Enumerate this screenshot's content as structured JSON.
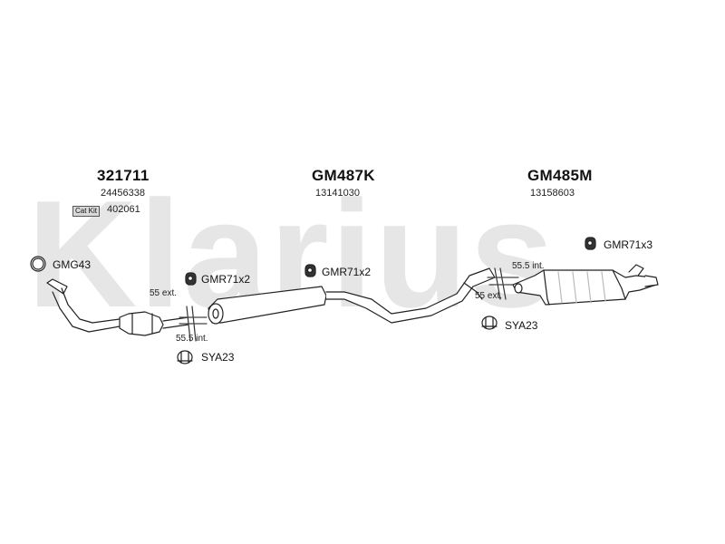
{
  "watermark": "Klarius",
  "sections": [
    {
      "part_number": "321711",
      "oe_number": "24456338"
    },
    {
      "part_number": "GM487K",
      "oe_number": "13141030"
    },
    {
      "part_number": "GM485M",
      "oe_number": "13158603"
    }
  ],
  "cat_kit": {
    "badge": "Cat Kit",
    "number": "402061"
  },
  "fittings": {
    "gasket": "GMG43",
    "mount_1": "GMR71x2",
    "mount_2": "GMR71x2",
    "mount_3": "GMR71x3",
    "clamp_1": "SYA23",
    "clamp_2": "SYA23"
  },
  "joints": {
    "joint1_ext": "55 ext.",
    "joint1_int": "55.5 int.",
    "joint2_int": "55.5 int.",
    "joint2_ext": "55 ext."
  },
  "colors": {
    "line": "#222222",
    "watermark": "#e6e6e6",
    "fill": "#ffffff",
    "shade": "#bbbbbb"
  }
}
